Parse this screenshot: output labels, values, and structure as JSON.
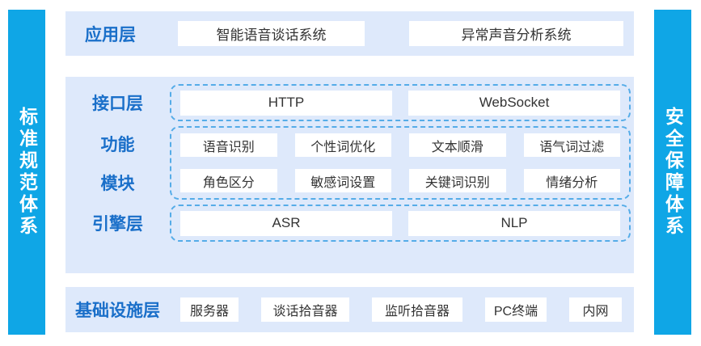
{
  "sidebars": {
    "left": "标准规范体系",
    "right": "安全保障体系"
  },
  "layers": {
    "application": {
      "label": "应用层",
      "items": [
        "智能语音谈话系统",
        "异常声音分析系统"
      ]
    },
    "interface": {
      "label": "接口层",
      "items": [
        "HTTP",
        "WebSocket"
      ]
    },
    "function_module": {
      "label_top": "功能",
      "label_bottom": "模块",
      "rows": [
        [
          "语音识别",
          "个性词优化",
          "文本顺滑",
          "语气词过滤"
        ],
        [
          "角色区分",
          "敏感词设置",
          "关键词识别",
          "情绪分析"
        ]
      ]
    },
    "engine": {
      "label": "引擎层",
      "items": [
        "ASR",
        "NLP"
      ]
    },
    "infrastructure": {
      "label": "基础设施层",
      "items": [
        "服务器",
        "谈话拾音器",
        "监听拾音器",
        "PC终端",
        "内网"
      ]
    }
  },
  "colors": {
    "sidebar_blue": "#0FA6E6",
    "section_bg": "#DEE9FB",
    "label_blue": "#1A6FC9",
    "dashed_border": "#55ACE8",
    "box_text": "#333333"
  }
}
